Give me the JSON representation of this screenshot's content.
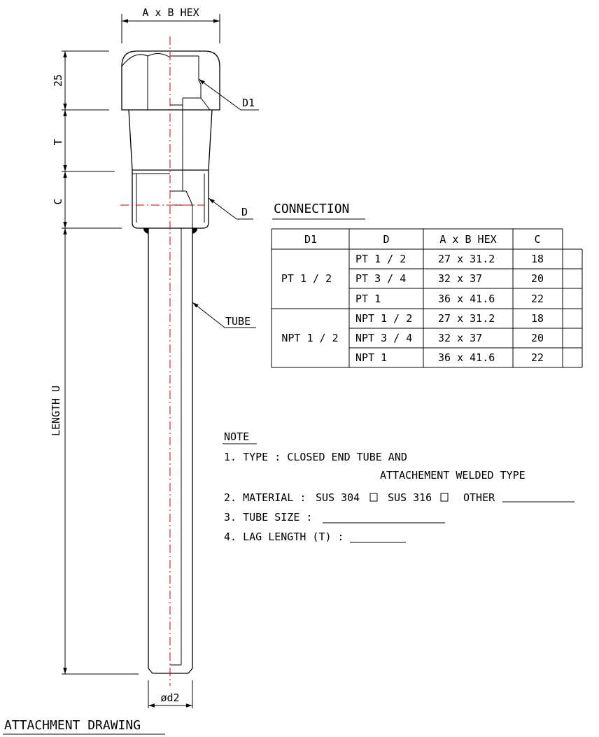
{
  "dimensions": {
    "hex": "A x B HEX",
    "hex_height": "25",
    "lag": "T",
    "thread": "C",
    "length": "LENGTH U",
    "tube_dia": "ød2"
  },
  "callouts": {
    "d1": "D1",
    "d": "D",
    "tube": "TUBE"
  },
  "connection": {
    "title": "CONNECTION",
    "headers": [
      "D1",
      "D",
      "A x B HEX",
      "C"
    ],
    "groups": [
      {
        "d1": "PT 1 / 2",
        "rows": [
          {
            "d": "PT 1 / 2",
            "hex": "27 x 31.2",
            "c": "18"
          },
          {
            "d": "PT 3 / 4",
            "hex": "32 x 37",
            "c": "20"
          },
          {
            "d": "PT 1",
            "hex": "36 x 41.6",
            "c": "22"
          }
        ]
      },
      {
        "d1": "NPT 1 / 2",
        "rows": [
          {
            "d": "NPT 1 / 2",
            "hex": "27 x 31.2",
            "c": "18"
          },
          {
            "d": "NPT 3 / 4",
            "hex": "32 x 37",
            "c": "20"
          },
          {
            "d": "NPT 1",
            "hex": "36 x 41.6",
            "c": "22"
          }
        ]
      }
    ]
  },
  "note": {
    "title": "NOTE",
    "line1": "1. TYPE : CLOSED END TUBE AND",
    "line1b": "ATTACHEMENT WELDED TYPE",
    "line2_label": "2. MATERIAL :",
    "line2_opt1": "SUS 304",
    "line2_opt2": "SUS 316",
    "line2_opt3": "OTHER",
    "line3": "3. TUBE SIZE :",
    "line4": "4. LAG LENGTH (T) :"
  },
  "footer": {
    "title": "ATTACHMENT DRAWING"
  }
}
